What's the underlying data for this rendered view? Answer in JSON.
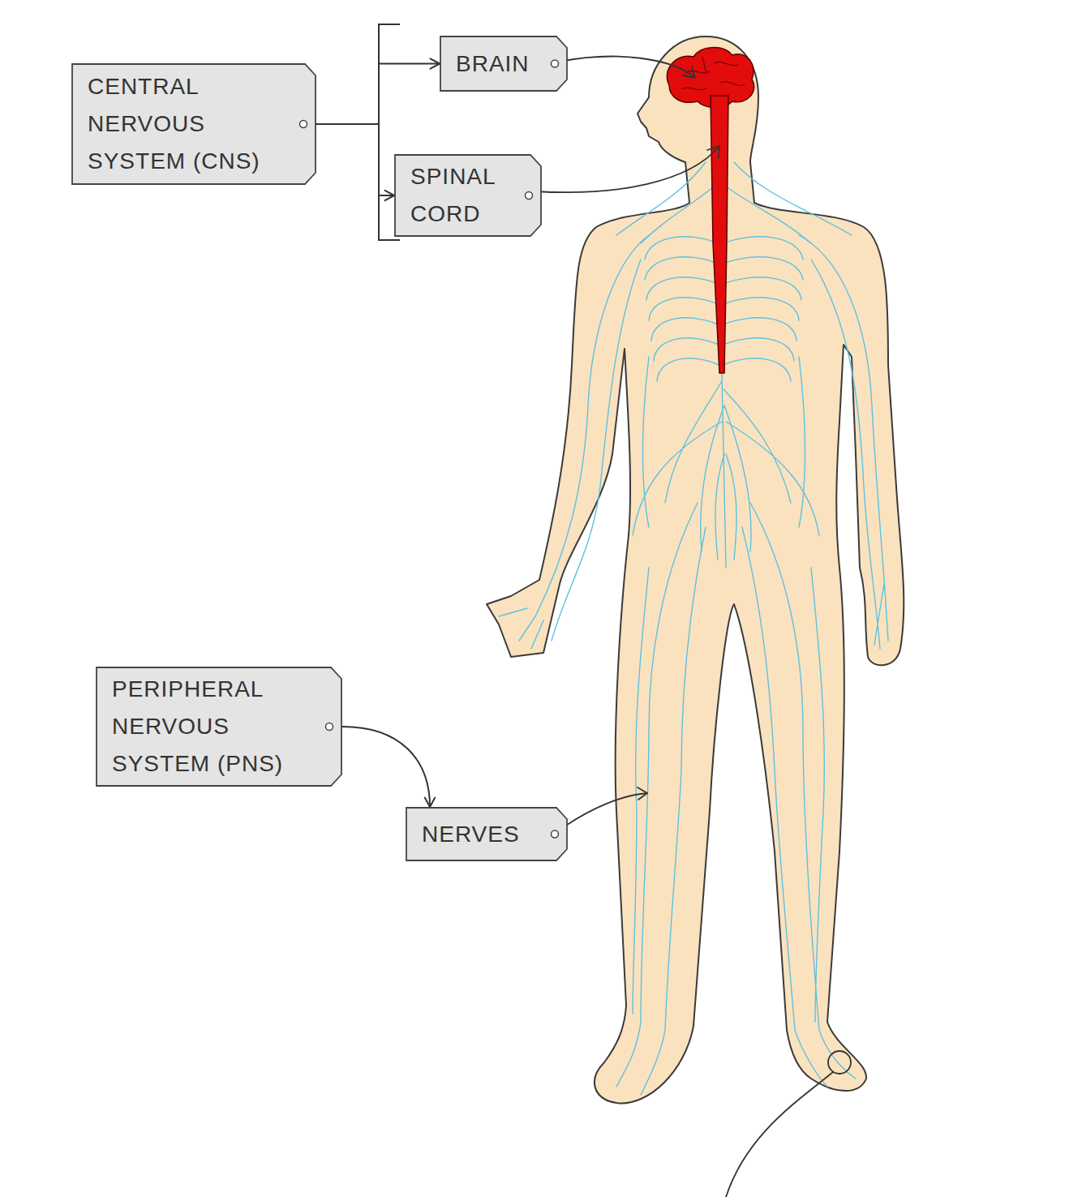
{
  "diagram": {
    "nodes": [
      {
        "text": [
          "CENTRAL NERVOUS SYSTEM (CNS)"
        ]
      },
      {
        "text": [
          "BRAIN"
        ]
      },
      {
        "text": [
          "SPINAL CORD"
        ]
      },
      {
        "text": [
          "PERIPHERAL NERVOUS SYSTEM (PNS)"
        ]
      },
      {
        "text": [
          "NERVES"
        ]
      }
    ],
    "edges": [
      {
        "from": 0,
        "to": 1,
        "arrow": "to"
      },
      {
        "from": 0,
        "to": 2,
        "arrow": "to"
      },
      {
        "from": 3,
        "to": 4,
        "arrow": "to"
      }
    ]
  }
}
